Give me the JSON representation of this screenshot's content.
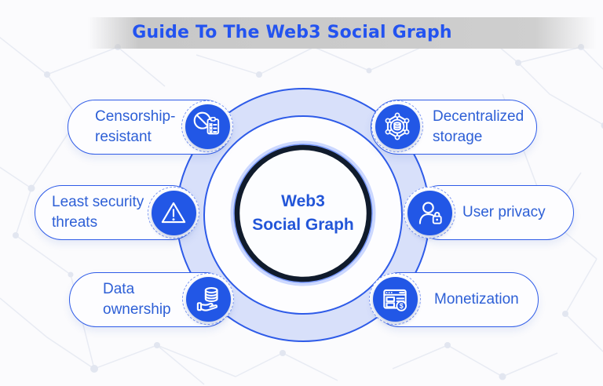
{
  "title": "Guide To The Web3 Social Graph",
  "center": {
    "label_line1": "Web3",
    "label_line2": "Social Graph"
  },
  "items": [
    {
      "label_line1": "Censorship-",
      "label_line2": "resistant",
      "icon": "ban-checklist-icon",
      "side": "left"
    },
    {
      "label_line1": "Least security",
      "label_line2": "threats",
      "icon": "warning-triangle-icon",
      "side": "left"
    },
    {
      "label_line1": "Data",
      "label_line2": "ownership",
      "icon": "hand-database-icon",
      "side": "left"
    },
    {
      "label_line1": "Decentralized",
      "label_line2": "storage",
      "icon": "network-database-icon",
      "side": "right"
    },
    {
      "label_line1": "User privacy",
      "label_line2": "",
      "icon": "user-lock-icon",
      "side": "right"
    },
    {
      "label_line1": "Monetization",
      "label_line2": "",
      "icon": "browser-dollar-icon",
      "side": "right"
    }
  ],
  "colors": {
    "accent": "#2E5BE8",
    "icon_fill": "#2257E6",
    "ring_fill": "#D8E0FA",
    "pill_text": "#2D5FD6",
    "title_color": "#2353F0",
    "center_border": "#101B2C",
    "center_text": "#2356D8",
    "band_gray": "#C8C8C8",
    "dashed_ring": "#7D99F5"
  }
}
